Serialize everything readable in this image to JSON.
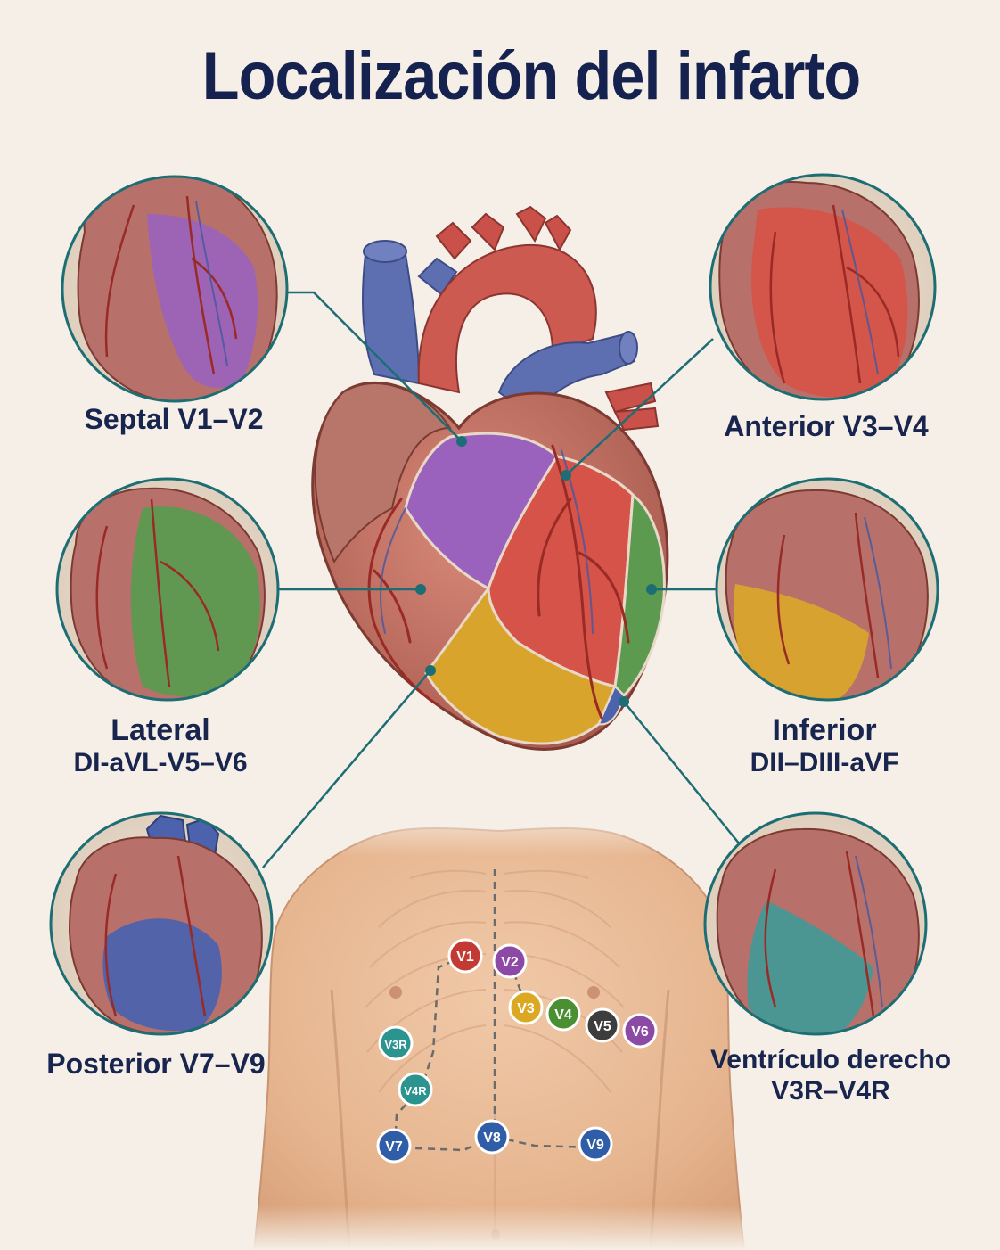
{
  "title": "Localización del infarto",
  "regions": {
    "septal": {
      "label": "Septal V1–V2",
      "color": "#9a62bd"
    },
    "anterior": {
      "label": "Anterior V3–V4",
      "color": "#d55348"
    },
    "lateral": {
      "name": "Lateral",
      "leads": "DI-aVL-V5–V6",
      "color": "#5c9a50"
    },
    "inferior": {
      "name": "Inferior",
      "leads": "DII–DIII-aVF",
      "color": "#d8a42c"
    },
    "posterior": {
      "label": "Posterior V7–V9",
      "color": "#4c62ad"
    },
    "right_ventricle": {
      "name": "Ventrículo derecho",
      "leads": "V3R–V4R",
      "color": "#3f9a98"
    }
  },
  "electrodes": [
    {
      "id": "v1",
      "label": "V1",
      "color": "#c23a33"
    },
    {
      "id": "v2",
      "label": "V2",
      "color": "#8c4aa6"
    },
    {
      "id": "v3",
      "label": "V3",
      "color": "#dda821"
    },
    {
      "id": "v4",
      "label": "V4",
      "color": "#4a8f32"
    },
    {
      "id": "v5",
      "label": "V5",
      "color": "#3d3d3d"
    },
    {
      "id": "v6",
      "label": "V6",
      "color": "#8c4aa6"
    },
    {
      "id": "v3r",
      "label": "V3R",
      "color": "#2b948f"
    },
    {
      "id": "v4r",
      "label": "V4R",
      "color": "#2b948f"
    },
    {
      "id": "v7",
      "label": "V7",
      "color": "#2f5da8"
    },
    {
      "id": "v8",
      "label": "V8",
      "color": "#2f5da8"
    },
    {
      "id": "v9",
      "label": "V9",
      "color": "#2f5da8"
    }
  ]
}
